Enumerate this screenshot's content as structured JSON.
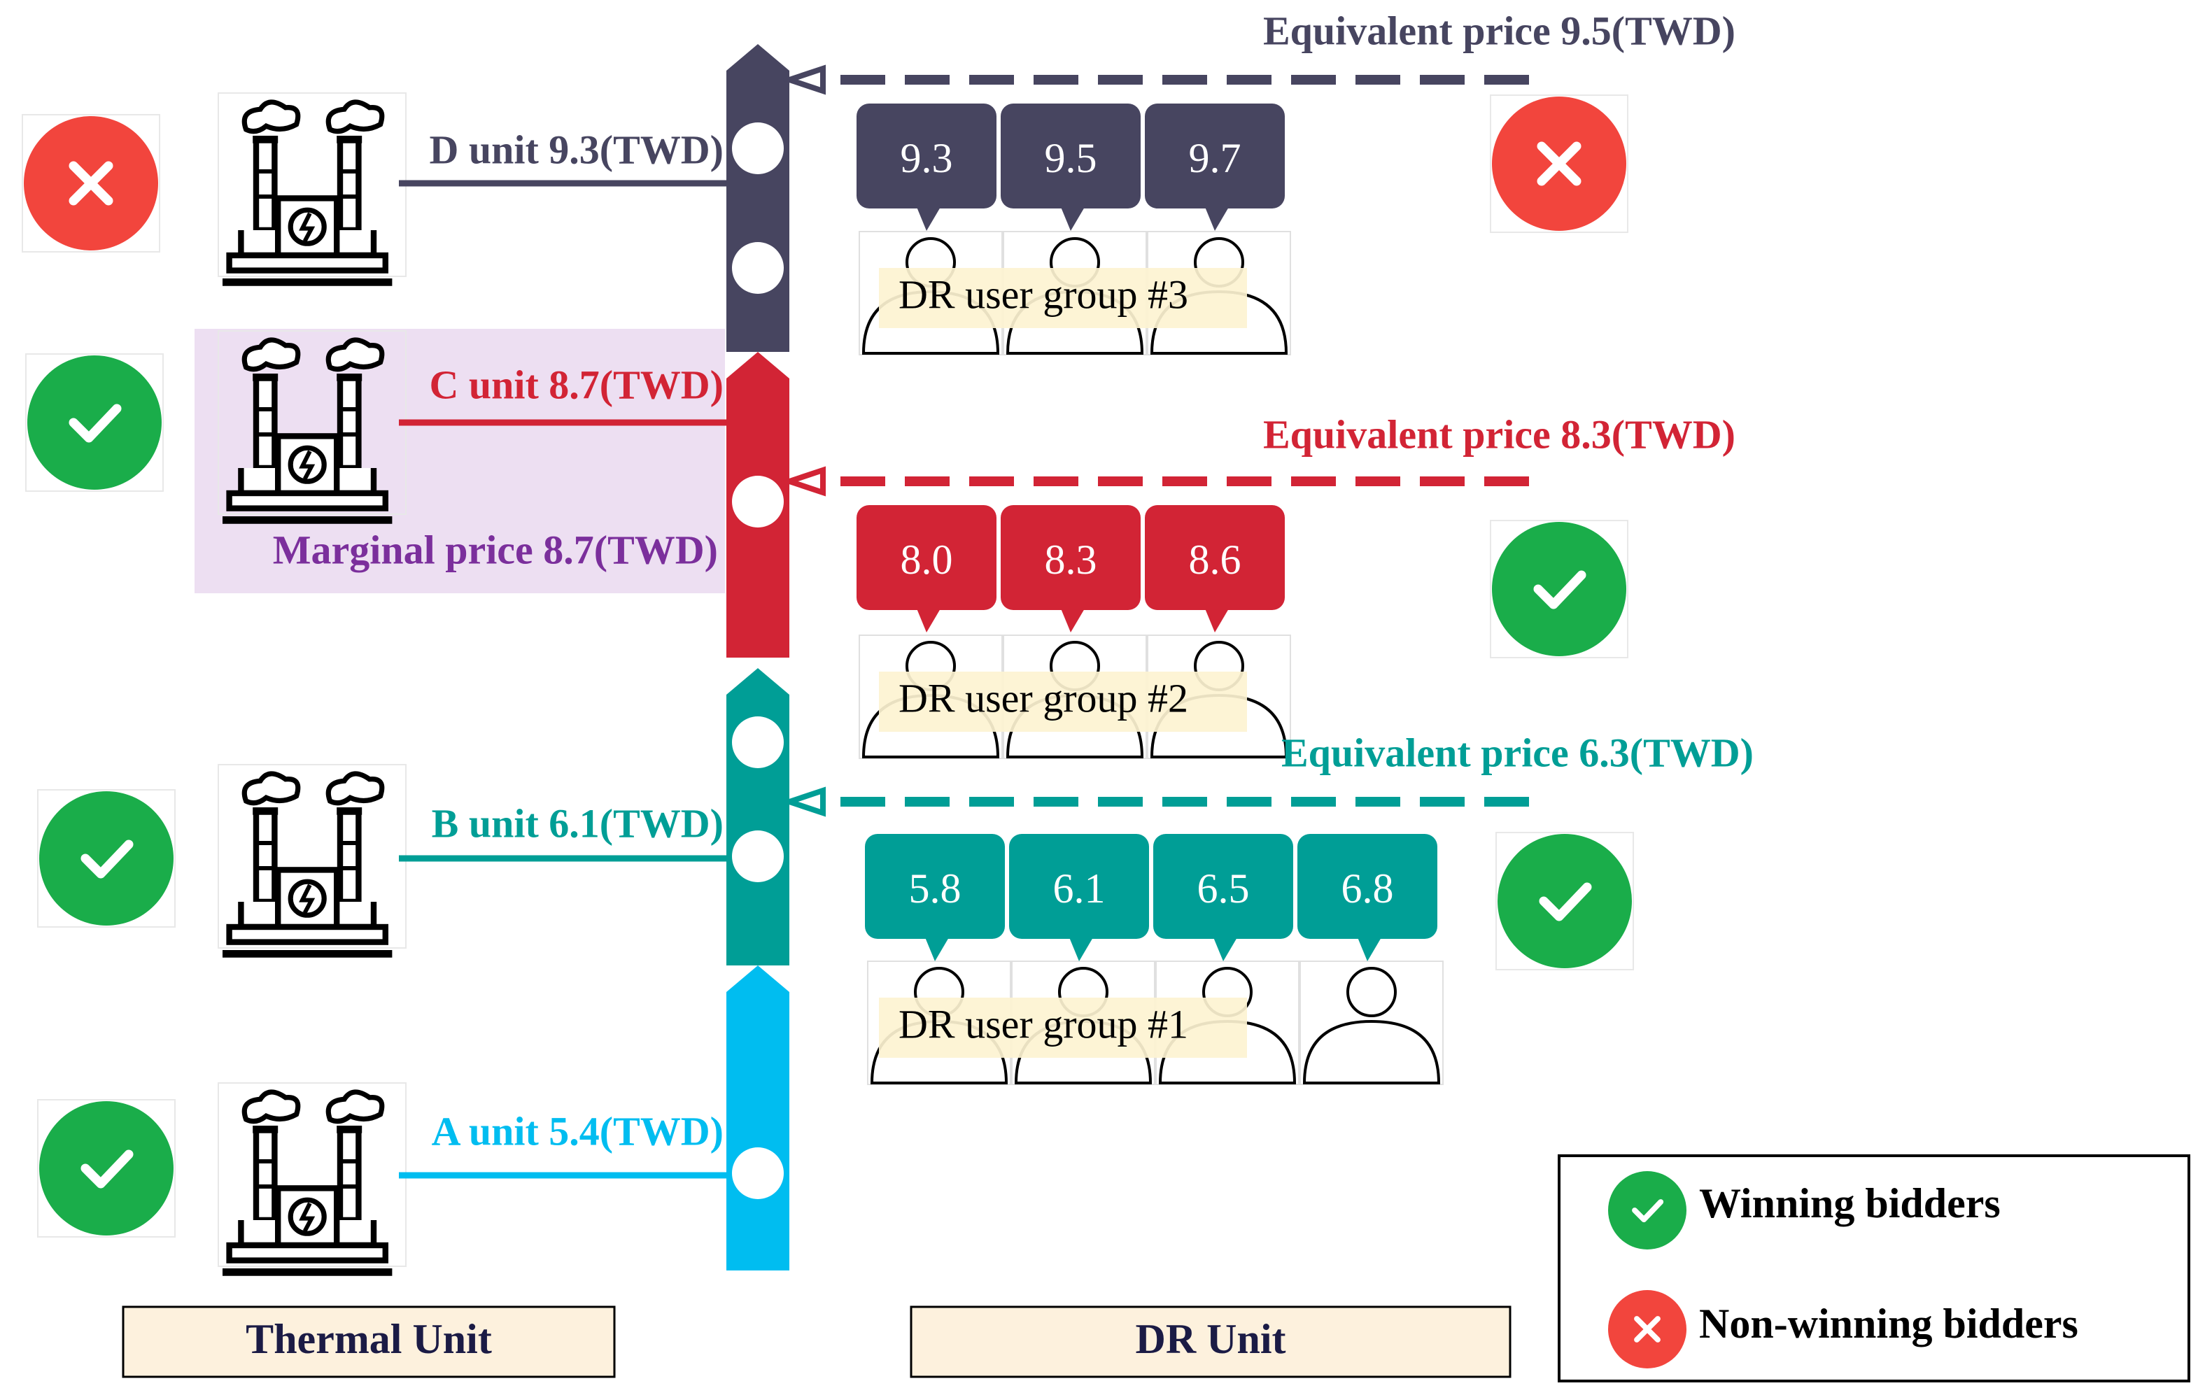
{
  "colors": {
    "d": "#474560",
    "c": "#d22435",
    "b": "#009e96",
    "a": "#00bdf0",
    "marginal": "#7b2f9c",
    "marginal_bg": "#eddff2",
    "win": "#1aad4a",
    "lose": "#f2453d",
    "label_bg": "#fdf1dd",
    "group_bg": "#fdf3d1"
  },
  "thermal": [
    {
      "id": "d",
      "label": "D unit 9.3(TWD)",
      "status": "lose"
    },
    {
      "id": "c",
      "label": "C unit 8.7(TWD)",
      "status": "win"
    },
    {
      "id": "b",
      "label": "B unit 6.1(TWD)",
      "status": "win"
    },
    {
      "id": "a",
      "label": "A unit 5.4(TWD)",
      "status": "win"
    }
  ],
  "marginal_price": "Marginal price 8.7(TWD)",
  "dr_groups": [
    {
      "id": "d",
      "group": "DR user group #3",
      "bids": [
        "9.3",
        "9.5",
        "9.7"
      ],
      "equivalent": "Equivalent price 9.5(TWD)",
      "status": "lose"
    },
    {
      "id": "c",
      "group": "DR user group #2",
      "bids": [
        "8.0",
        "8.3",
        "8.6"
      ],
      "equivalent": "Equivalent price 8.3(TWD)",
      "status": "win"
    },
    {
      "id": "b",
      "group": "DR user group #1",
      "bids": [
        "5.8",
        "6.1",
        "6.5",
        "6.8"
      ],
      "equivalent": "Equivalent price 6.3(TWD)",
      "status": "win"
    }
  ],
  "bottom_labels": {
    "thermal": "Thermal Unit",
    "dr": "DR Unit"
  },
  "legend": {
    "win": "Winning bidders",
    "lose": "Non-winning bidders"
  }
}
